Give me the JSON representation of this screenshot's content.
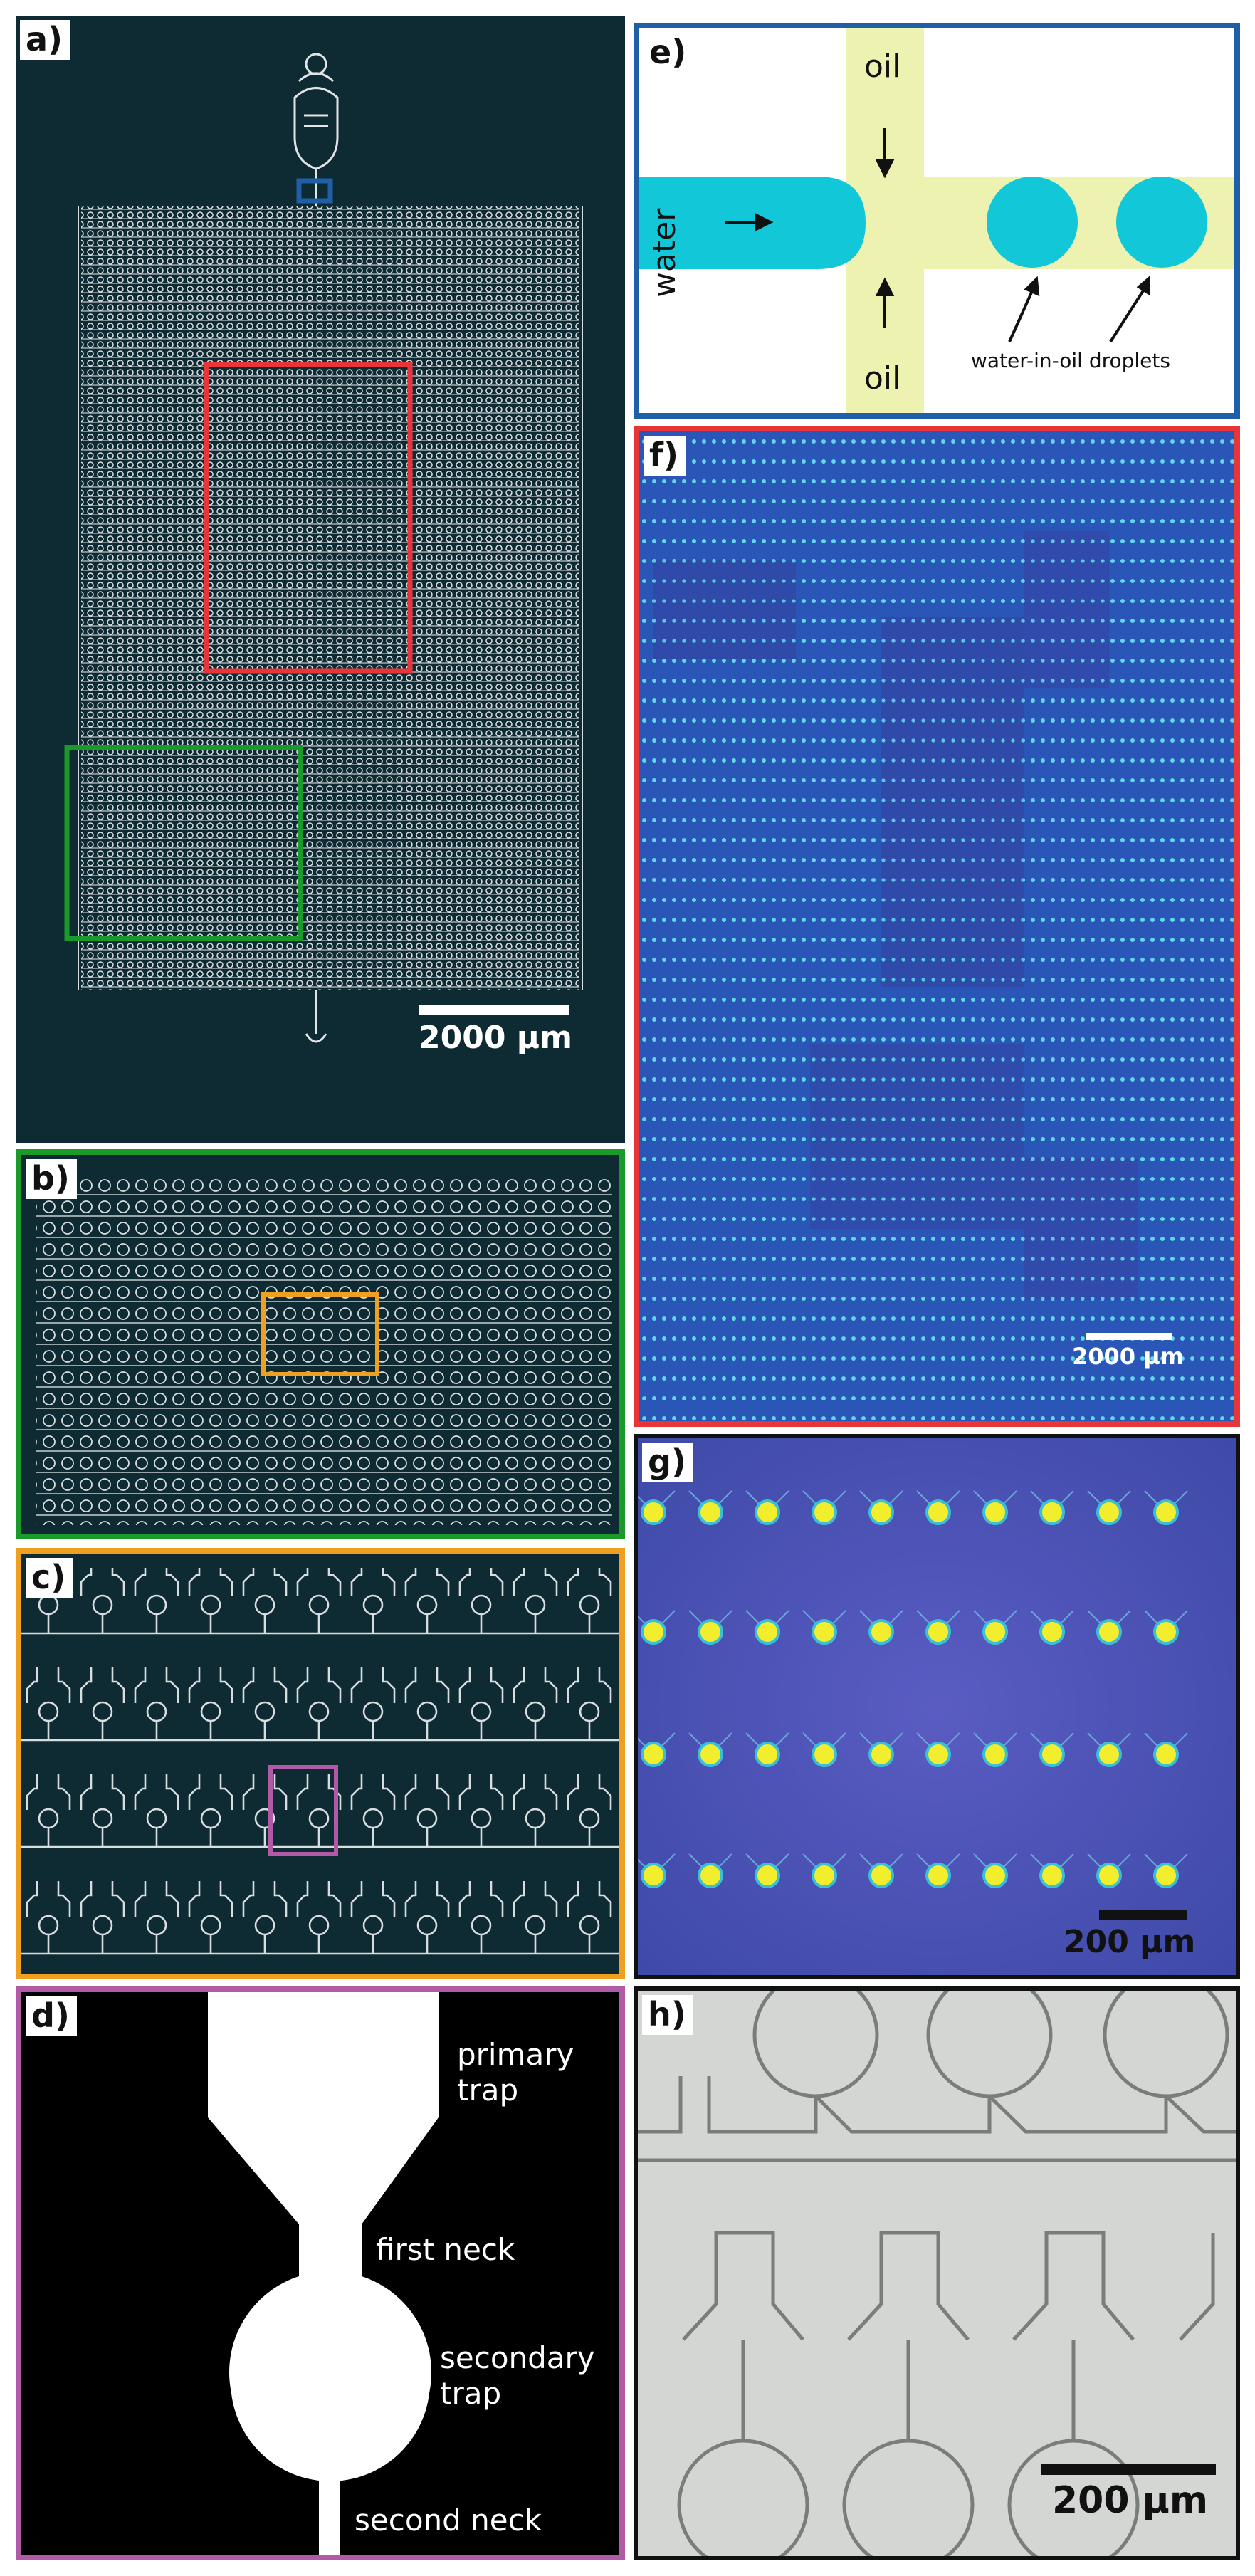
{
  "figure": {
    "panels": {
      "a": {
        "label": "a)",
        "scale": "2000 µm",
        "bg": "#0e2a33"
      },
      "b": {
        "label": "b)",
        "frame_color": "#1a9a2a"
      },
      "c": {
        "label": "c)",
        "frame_color": "#f0a020"
      },
      "d": {
        "label": "d)",
        "frame_color": "#b05aa8",
        "annotations": {
          "primary": "primary",
          "trap1": "trap",
          "first_neck": "first neck",
          "secondary": "secondary",
          "trap2": "trap",
          "second_neck": "second neck"
        }
      },
      "e": {
        "label": "e)",
        "frame_color": "#1f5fa8",
        "oil_top": "oil",
        "oil_bottom": "oil",
        "water": "water",
        "droplets": "water-in-oil droplets",
        "oil_color": "#eef2b0",
        "water_color": "#12c8d8"
      },
      "f": {
        "label": "f)",
        "frame_color": "#e8353a",
        "scale": "2000 µm"
      },
      "g": {
        "label": "g)",
        "scale": "200 µm"
      },
      "h": {
        "label": "h)",
        "scale": "200 µm"
      }
    }
  }
}
